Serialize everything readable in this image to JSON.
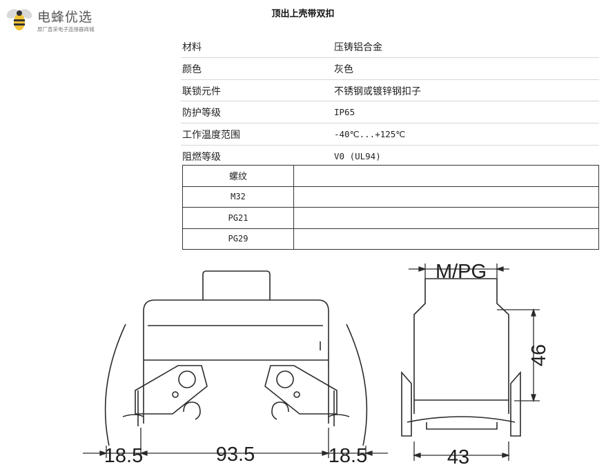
{
  "brand": {
    "name": "电蜂优选",
    "tagline": "原厂直采电子连接器商城"
  },
  "title": "顶出上壳带双扣",
  "specs": [
    {
      "key": "材料",
      "value": "压铸铝合金"
    },
    {
      "key": "颜色",
      "value": "灰色"
    },
    {
      "key": "联锁元件",
      "value": "不锈钢或镀锌钢扣子"
    },
    {
      "key": "防护等级",
      "value": "IP65"
    },
    {
      "key": "工作温度范围",
      "value": "-40℃...+125℃"
    },
    {
      "key": "阻燃等级",
      "value": "V0 (UL94)"
    }
  ],
  "thread_table": {
    "header": "螺纹",
    "rows": [
      "M32",
      "PG21",
      "PG29"
    ],
    "values": [
      "",
      "",
      "",
      ""
    ]
  },
  "dimensions": {
    "left_margin": "18.5",
    "width": "93.5",
    "right_margin": "18.5",
    "side_width": "43",
    "side_height": "46",
    "thread_label": "M/PG"
  }
}
